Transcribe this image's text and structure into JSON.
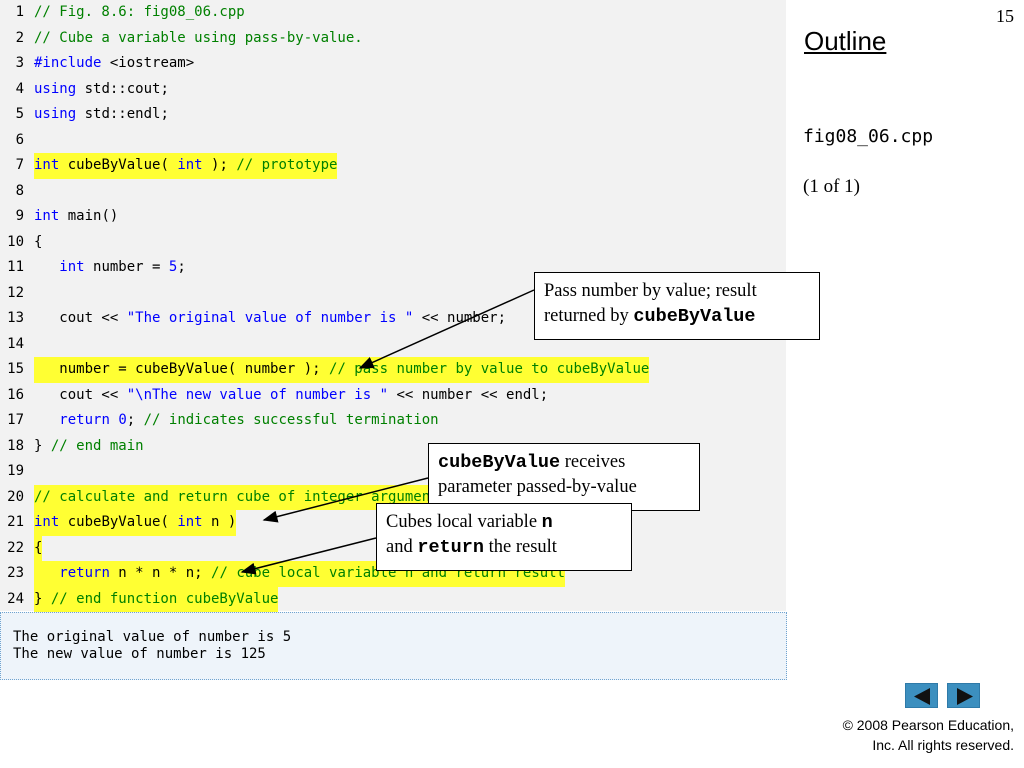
{
  "slide": {
    "page_number": "15",
    "outline_title": "Outline",
    "file_name": "fig08_06.cpp",
    "page_of": "(1 of 1)"
  },
  "code_lines": [
    {
      "num": "1",
      "hl": false,
      "parts": [
        {
          "t": "// Fig. 8.6: fig08_06.cpp",
          "c": "cm"
        }
      ]
    },
    {
      "num": "2",
      "hl": false,
      "parts": [
        {
          "t": "// Cube a variable using pass-by-value.",
          "c": "cm"
        }
      ]
    },
    {
      "num": "3",
      "hl": false,
      "parts": [
        {
          "t": "#include",
          "c": "kw"
        },
        {
          "t": " <iostream>",
          "c": "pl"
        }
      ]
    },
    {
      "num": "4",
      "hl": false,
      "parts": [
        {
          "t": "using",
          "c": "kw"
        },
        {
          "t": " std::cout;",
          "c": "pl"
        }
      ]
    },
    {
      "num": "5",
      "hl": false,
      "parts": [
        {
          "t": "using",
          "c": "kw"
        },
        {
          "t": " std::endl;",
          "c": "pl"
        }
      ]
    },
    {
      "num": "6",
      "hl": false,
      "parts": []
    },
    {
      "num": "7",
      "hl": true,
      "parts": [
        {
          "t": "int",
          "c": "kw"
        },
        {
          "t": " cubeByValue( ",
          "c": "pl"
        },
        {
          "t": "int",
          "c": "kw"
        },
        {
          "t": " ); ",
          "c": "pl"
        },
        {
          "t": "// prototype",
          "c": "cm"
        }
      ]
    },
    {
      "num": "8",
      "hl": false,
      "parts": []
    },
    {
      "num": "9",
      "hl": false,
      "parts": [
        {
          "t": "int",
          "c": "kw"
        },
        {
          "t": " main()",
          "c": "pl"
        }
      ]
    },
    {
      "num": "10",
      "hl": false,
      "parts": [
        {
          "t": "{",
          "c": "pl"
        }
      ]
    },
    {
      "num": "11",
      "hl": false,
      "parts": [
        {
          "t": "   ",
          "c": "pl"
        },
        {
          "t": "int",
          "c": "kw"
        },
        {
          "t": " number = ",
          "c": "pl"
        },
        {
          "t": "5",
          "c": "st"
        },
        {
          "t": ";",
          "c": "pl"
        }
      ]
    },
    {
      "num": "12",
      "hl": false,
      "parts": []
    },
    {
      "num": "13",
      "hl": false,
      "parts": [
        {
          "t": "   cout << ",
          "c": "pl"
        },
        {
          "t": "\"The original value of number is \"",
          "c": "st"
        },
        {
          "t": " << number;",
          "c": "pl"
        }
      ]
    },
    {
      "num": "14",
      "hl": false,
      "parts": []
    },
    {
      "num": "15",
      "hl": true,
      "parts": [
        {
          "t": "   number = cubeByValue( number ); ",
          "c": "pl"
        },
        {
          "t": "// pass number by value to cubeByValue",
          "c": "cm"
        }
      ]
    },
    {
      "num": "16",
      "hl": false,
      "parts": [
        {
          "t": "   cout << ",
          "c": "pl"
        },
        {
          "t": "\"\\nThe new value of number is \"",
          "c": "st"
        },
        {
          "t": " << number << endl;",
          "c": "pl"
        }
      ]
    },
    {
      "num": "17",
      "hl": false,
      "parts": [
        {
          "t": "   ",
          "c": "pl"
        },
        {
          "t": "return",
          "c": "kw"
        },
        {
          "t": " ",
          "c": "pl"
        },
        {
          "t": "0",
          "c": "st"
        },
        {
          "t": "; ",
          "c": "pl"
        },
        {
          "t": "// indicates successful termination",
          "c": "cm"
        }
      ]
    },
    {
      "num": "18",
      "hl": false,
      "parts": [
        {
          "t": "} ",
          "c": "pl"
        },
        {
          "t": "// end main",
          "c": "cm"
        }
      ]
    },
    {
      "num": "19",
      "hl": false,
      "parts": []
    },
    {
      "num": "20",
      "hl": true,
      "parts": [
        {
          "t": "// calculate and return cube of integer argument",
          "c": "cm"
        }
      ]
    },
    {
      "num": "21",
      "hl": true,
      "parts": [
        {
          "t": "int",
          "c": "kw"
        },
        {
          "t": " cubeByValue( ",
          "c": "pl"
        },
        {
          "t": "int",
          "c": "kw"
        },
        {
          "t": " n )",
          "c": "pl"
        }
      ]
    },
    {
      "num": "22",
      "hl": true,
      "parts": [
        {
          "t": "{",
          "c": "pl"
        }
      ]
    },
    {
      "num": "23",
      "hl": true,
      "parts": [
        {
          "t": "   ",
          "c": "pl"
        },
        {
          "t": "return",
          "c": "kw"
        },
        {
          "t": " n * n * n; ",
          "c": "pl"
        },
        {
          "t": "// cube local variable n and return result",
          "c": "cm"
        }
      ]
    },
    {
      "num": "24",
      "hl": true,
      "parts": [
        {
          "t": "} ",
          "c": "pl"
        },
        {
          "t": "// end function cubeByValue",
          "c": "cm"
        }
      ]
    }
  ],
  "output_lines": [
    "The original value of number is 5",
    "The new value of number is 125"
  ],
  "callouts": {
    "pass_by_value": {
      "line1": "Pass number by value; result",
      "line2_prefix": "returned by ",
      "line2_code": "cubeByValue"
    },
    "receives_param": {
      "line1_code": "cubeByValue",
      "line1_suffix": " receives",
      "line2": "parameter passed-by-value"
    },
    "cubes_local": {
      "line1_prefix": "Cubes local variable ",
      "line1_code": "n",
      "line2_prefix": "and ",
      "line2_code": "return",
      "line2_suffix": " the result"
    }
  },
  "navigation": {
    "prev_icon": "triangle-left-icon",
    "next_icon": "triangle-right-icon"
  },
  "copyright": {
    "line1": "© 2008 Pearson Education,",
    "line2": "Inc.  All rights reserved."
  },
  "colors": {
    "highlight": "#ffff33",
    "keyword": "#0000ff",
    "comment": "#008000",
    "code_background": "#f2f2f2",
    "output_background": "#eef4fa",
    "nav_button": "#3c8fbf"
  }
}
